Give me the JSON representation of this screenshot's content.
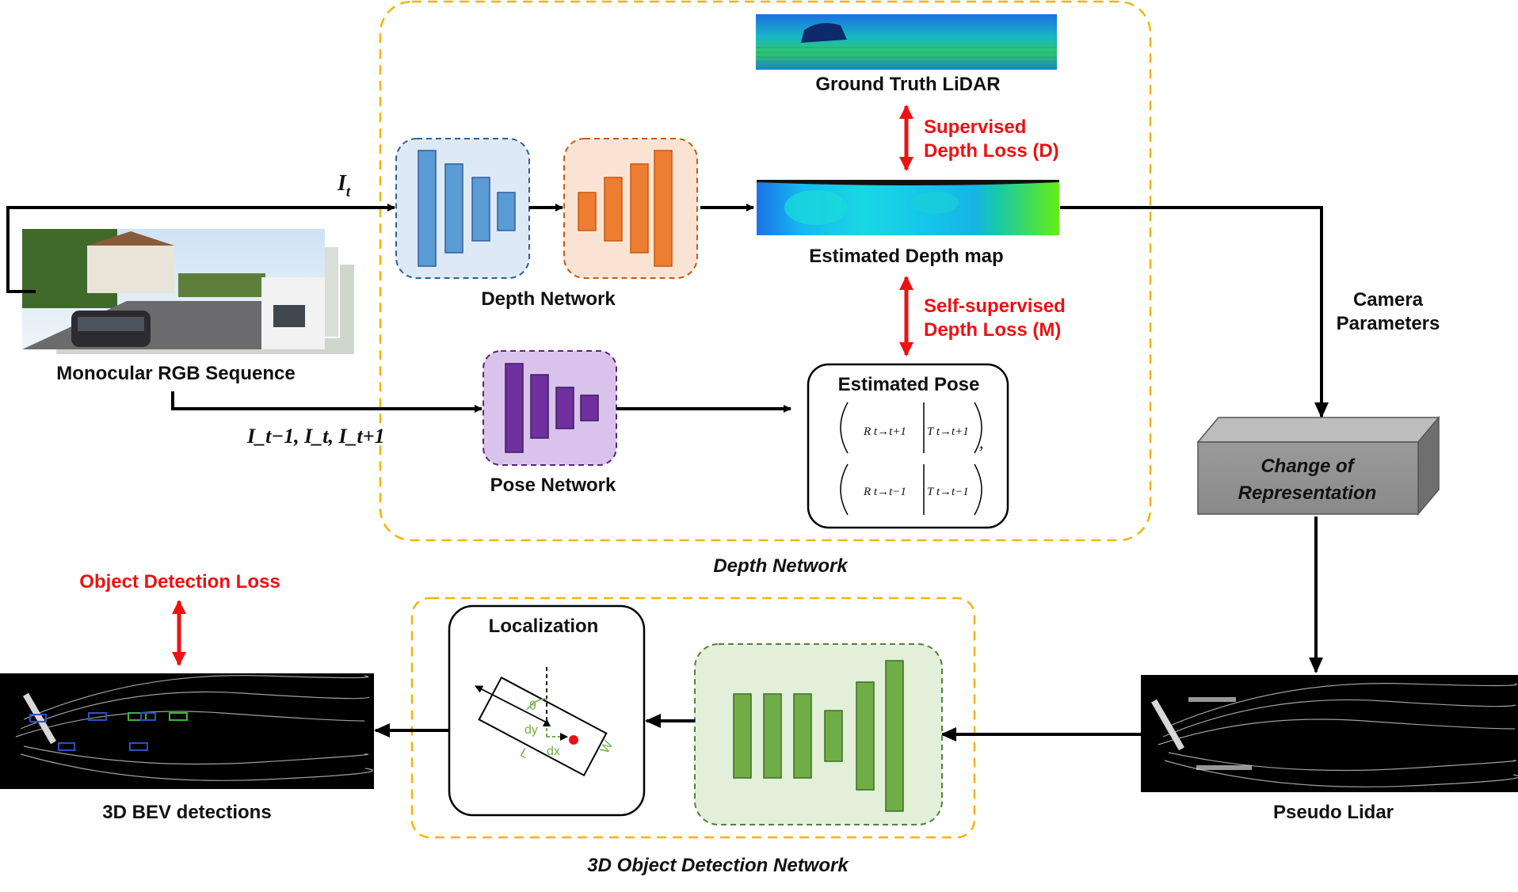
{
  "colors": {
    "frame_yellow": "#f4b400",
    "blue": "#5b9bd5",
    "orange": "#ed7d31",
    "purple": "#7030a0",
    "green": "#70ad47",
    "loss_red": "#ee1111"
  },
  "labels": {
    "ground_truth_lidar": "Ground Truth LiDAR",
    "supervised_loss_line1": "Supervised",
    "supervised_loss_line2": "Depth Loss (D)",
    "estimated_depth_map": "Estimated Depth map",
    "self_supervised_line1": "Self-supervised",
    "self_supervised_line2": "Depth Loss (M)",
    "depth_network_block": "Depth Network",
    "pose_network": "Pose Network",
    "estimated_pose": "Estimated Pose",
    "monocular_rgb_sequence": "Monocular RGB Sequence",
    "input_t_symbol": "I",
    "input_t_sub": "t",
    "input_seq": "I_t−1, I_t, I_t+1",
    "camera_parameters_line1": "Camera",
    "camera_parameters_line2": "Parameters",
    "change_of_representation_line1": "Change of",
    "change_of_representation_line2": "Representation",
    "depth_network_frame": "Depth Network",
    "object_detection_loss": "Object Detection Loss",
    "localization": "Localization",
    "bev_detections": "3D BEV detections",
    "pseudo_lidar": "Pseudo Lidar",
    "detection_network_frame": "3D Object Detection Network"
  },
  "pose_matrix": {
    "r1": "R t→t+1",
    "t1": "T t→t+1",
    "r2": "R t→t−1",
    "t2": "T t→t−1",
    "comma": ","
  },
  "localization_symbols": {
    "theta": "θ",
    "dy": "dy",
    "dx": "dx",
    "L": "L",
    "W": "W"
  }
}
